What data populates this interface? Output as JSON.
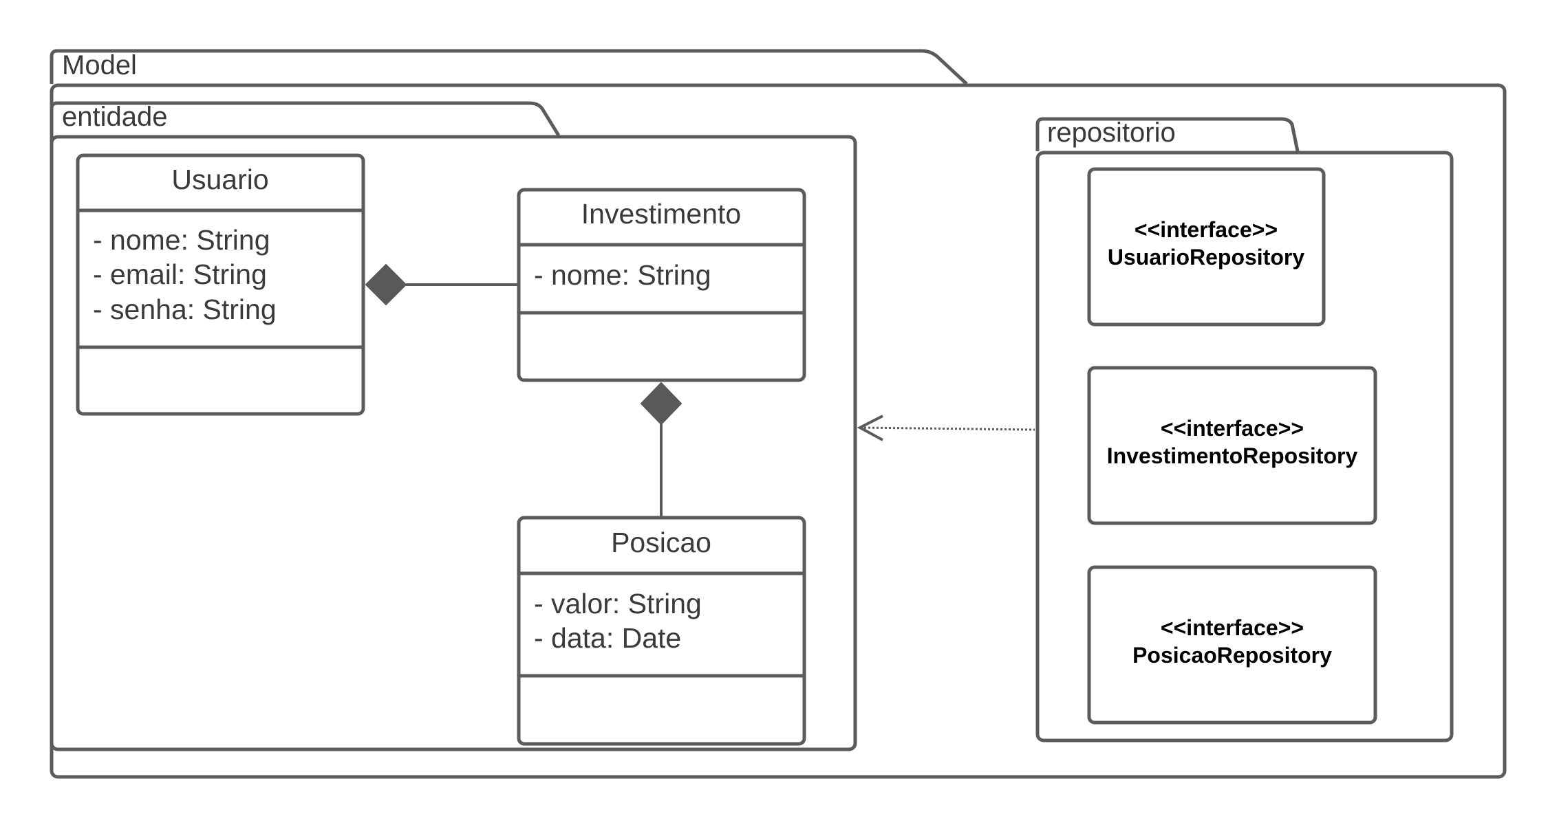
{
  "model_package": {
    "title": "Model"
  },
  "entidade_package": {
    "title": "entidade",
    "classes": {
      "usuario": {
        "name": "Usuario",
        "attributes": [
          "- nome: String",
          "- email: String",
          "- senha: String"
        ]
      },
      "investimento": {
        "name": "Investimento",
        "attributes": [
          "- nome: String"
        ]
      },
      "posicao": {
        "name": "Posicao",
        "attributes": [
          "- valor: String",
          "- data: Date"
        ]
      }
    }
  },
  "repositorio_package": {
    "title": "repositorio",
    "interfaces": [
      {
        "stereotype": "<<interface>>",
        "name": "UsuarioRepository"
      },
      {
        "stereotype": "<<interface>>",
        "name": "InvestimentoRepository"
      },
      {
        "stereotype": "<<interface>>",
        "name": "PosicaoRepository"
      }
    ]
  },
  "relationships": [
    {
      "type": "composition",
      "whole": "Usuario",
      "part": "Investimento"
    },
    {
      "type": "composition",
      "whole": "Investimento",
      "part": "Posicao"
    },
    {
      "type": "dependency",
      "from": "repositorio",
      "to": "entidade"
    }
  ]
}
